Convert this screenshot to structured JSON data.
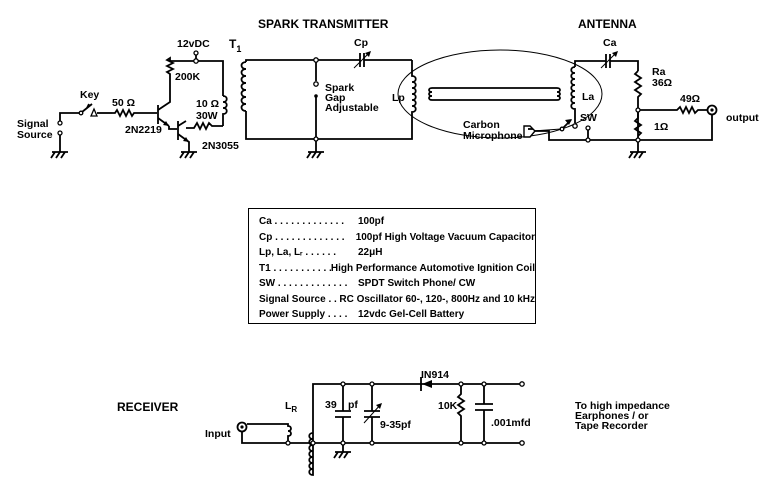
{
  "transmitter": {
    "title": "SPARK TRANSMITTER",
    "signal_source": [
      "Signal",
      "Source"
    ],
    "key": "Key",
    "r_base": "50 Ω",
    "q1": "2N2219",
    "q2": "2N3055",
    "supply": "12vDC",
    "r_bias": "200K",
    "r_load": [
      "10 Ω",
      "30W"
    ],
    "transformer": "T",
    "transformer_sub": "1",
    "cp": "Cp",
    "spark_gap": [
      "Spark",
      "Gap",
      "Adjustable"
    ],
    "lp": "Lp",
    "carbon_mic": [
      "Carbon",
      "Microphone"
    ]
  },
  "antenna": {
    "title": "ANTENNA",
    "ca": "Ca",
    "la": "La",
    "sw": "SW",
    "ra": [
      "Ra",
      "36Ω"
    ],
    "r_series": "49Ω",
    "r_shunt": "1Ω",
    "output": "output"
  },
  "legend": {
    "rows": [
      {
        "key": "Ca . . . . . . . . . . . . .",
        "value": "100pf"
      },
      {
        "key": "Cp . . . . . . . . . . . . .",
        "value": "100pf High Voltage Vacuum Capacitor"
      },
      {
        "key": "Lp, La, Lᵣ . . . . . .",
        "value": "22μH"
      },
      {
        "key": "T1 . . . . . . . . . . . . . .",
        "value": "High Performance Automotive Ignition Coil"
      },
      {
        "key": "SW . . . . . . . . . . . . .",
        "value": "SPDT Switch Phone/ CW"
      },
      {
        "key": "Signal Source . . . .",
        "value": "RC Oscillator 60-, 120-, 800Hz and 10 kHz"
      },
      {
        "key": "Power Supply . . . .",
        "value": "12vdc Gel-Cell Battery"
      }
    ]
  },
  "receiver": {
    "title": "RECEIVER",
    "input": "Input",
    "lr": "L",
    "lr_sub": "R",
    "c_fixed": [
      "39",
      "pf"
    ],
    "c_var": "9-35pf",
    "diode": "IN914",
    "r_load": "10K",
    "c_filter": ".001mfd",
    "note": [
      "To high impedance",
      "Earphones / or",
      "Tape Recorder"
    ]
  }
}
